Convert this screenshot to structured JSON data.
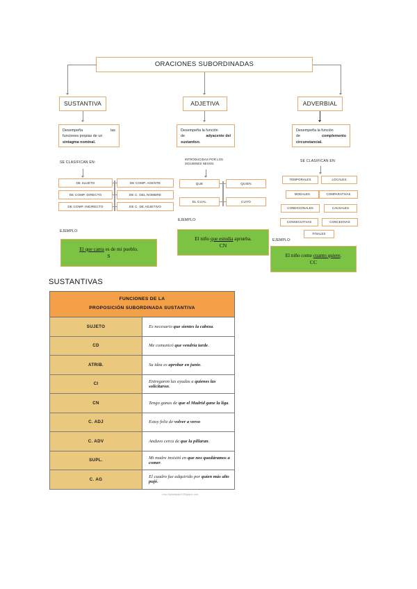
{
  "diagram": {
    "root": {
      "label": "ORACIONES SUBORDINADAS"
    },
    "branches": [
      {
        "id": "sustantiva",
        "label": "SUSTANTIVA",
        "description_plain": "Desempeña las funciones propias de un sintagma nominal.",
        "description_line1": "Desempeña",
        "description_line1b": "las",
        "description_line2": "funciones propias de un",
        "description_bold": "sintagma nominal.",
        "classify_label": "SE CLASIFICAN EN:",
        "items": [
          "DE SUJETO",
          "DE COMP. AGENTE",
          "DE COMP. DIRECTO",
          "DE C. DEL NOMBRE",
          "DE COMP. INDIRECTO",
          "DE C. DE ADJETIVO"
        ],
        "example_label": "EJEMPLO:",
        "example_pre": "El que canta",
        "example_post": " es de mi pueblo.",
        "example_function": "S"
      },
      {
        "id": "adjetiva",
        "label": "ADJETIVA",
        "description_plain": "Desempeña la función de adyacente del sustantivo.",
        "description_line1": "Desempeña  la  función",
        "description_line2a": "de",
        "description_line2b": "adyacente   del",
        "description_bold": "sustantivo.",
        "classify_label": "INTRODUCIDAS POR LOS SIGUIENES NEXOS:",
        "classify_label_line1": "INTRODUCIDAS POR LOS",
        "classify_label_line2": "SIGUIENES NEXOS:",
        "items": [
          "QUE",
          "QUIEN",
          "EL CUAL",
          "CUYO"
        ],
        "example_label": "EJEMPLO:",
        "example_pre": "El niño ",
        "example_mid": "que estudia",
        "example_post": " aprueba.",
        "example_function": "CN"
      },
      {
        "id": "adverbial",
        "label": "ADVERBIAL",
        "description_plain": "Desempeña la función de complemento circunstancial.",
        "description_line1": "Desempeña  la  función",
        "description_line2a": "de",
        "description_line2b": "complemento",
        "description_bold": "circunstancial.",
        "classify_label": "SE CLASIFICAN EN:",
        "items": [
          "TEMPORALES",
          "LOCALES",
          "MODALES",
          "COMPARATIVAS",
          "CONDICIONALES",
          "CAUSALES",
          "CONSECUTIVAS",
          "CONCESIVAS",
          "FINALES"
        ],
        "example_label": "EJEMPLO:",
        "example_pre": "El niño come ",
        "example_mid": "cuanto quiere",
        "example_post": ".",
        "example_function": "CC"
      }
    ]
  },
  "section": {
    "heading": "SUSTANTIVAS"
  },
  "table": {
    "header_line1": "FUNCIONES DE LA",
    "header_line2": "PROPOSICIÓN SUBORDINADA SUSTANTIVA",
    "rows": [
      {
        "label": "SUJETO",
        "pre": "Es necesario ",
        "bold": "que sientes la cabeza",
        "post": "."
      },
      {
        "label": "CD",
        "pre": "Me comunicó ",
        "bold": "que vendría tarde",
        "post": "."
      },
      {
        "label": "ATRIB.",
        "pre": "Su idea es ",
        "bold": "aprobar en junio",
        "post": "."
      },
      {
        "label": "CI",
        "pre": "Entregaron las ayudas a ",
        "bold": "quienes las solicitaron",
        "post": "."
      },
      {
        "label": "CN",
        "pre": "Tengo ganas de ",
        "bold": "que el Madrid gane la liga",
        "post": "."
      },
      {
        "label": "C. ADJ",
        "pre": "Estoy feliz de ",
        "bold": "volver a verso",
        "post": ""
      },
      {
        "label": "C. ADV",
        "pre": "Anduvo cerca de ",
        "bold": "que la pillaran",
        "post": "."
      },
      {
        "label": "SUPL.",
        "pre": "Mi madre insistió en ",
        "bold": "que nos quedáramos a comer",
        "post": "."
      },
      {
        "label": "C. AG",
        "pre": "El cuadro fue adquirido por ",
        "bold": "quien más alto pujó",
        "post": "."
      }
    ]
  },
  "watermark": {
    "text": "www.lapizdepapel.blogspot.com"
  },
  "colors": {
    "border_orange": "#e6a96d",
    "header_orange": "#f4a048",
    "rowlabel_tan": "#eac97e",
    "example_green": "#7cc243",
    "line_grey": "#8a8a8a"
  }
}
